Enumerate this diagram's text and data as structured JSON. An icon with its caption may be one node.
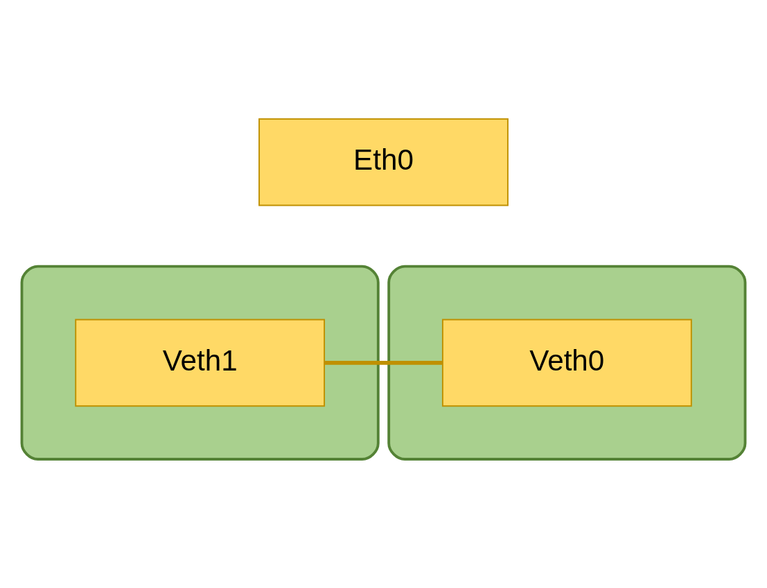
{
  "diagram": {
    "nodes": [
      {
        "text": [
          "Eth0"
        ]
      },
      {
        "text": [],
        "shape": "box"
      },
      {
        "text": [],
        "shape": "box"
      },
      {
        "text": [
          "Veth1"
        ],
        "in": 1
      },
      {
        "text": [
          "Veth0"
        ],
        "in": 2
      }
    ],
    "edges": [
      {
        "from": 3,
        "to": 4,
        "arrow": "none"
      }
    ]
  }
}
